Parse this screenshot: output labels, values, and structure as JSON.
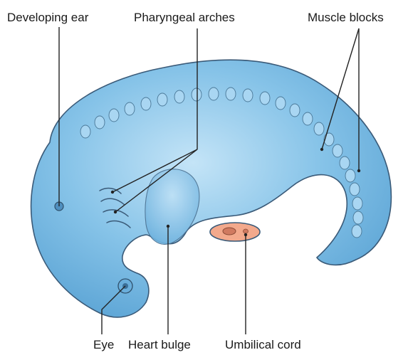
{
  "labels": {
    "developing_ear": "Developing ear",
    "pharyngeal_arches": "Pharyngeal arches",
    "muscle_blocks": "Muscle blocks",
    "eye": "Eye",
    "heart_bulge": "Heart bulge",
    "umbilical_cord": "Umbilical cord"
  },
  "colors": {
    "body_fill": "#7fbfe6",
    "body_outline": "#3a5a78",
    "umbilical_fill": "#f3a98c",
    "leader_line": "#222222"
  }
}
